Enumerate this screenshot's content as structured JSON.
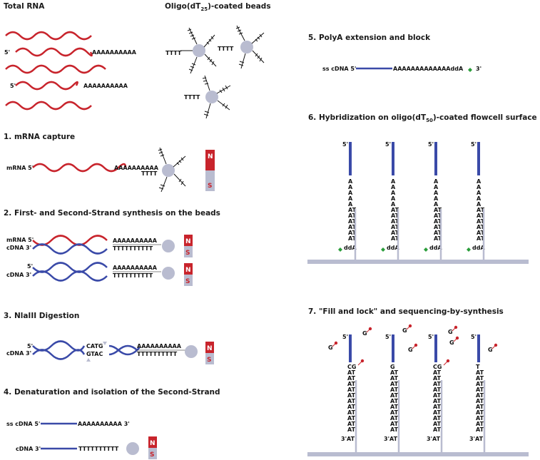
{
  "colors": {
    "rna": "#c8242c",
    "cdna": "#3a4aa8",
    "bead": "#b9bcd0",
    "magnet_n": "#c8242c",
    "magnet_s": "#b9bcd0",
    "block": "#2a9d3a",
    "g_nucleotide": "#c8242c"
  },
  "icons": [
    "wave-strand",
    "bead",
    "magnet",
    "ddA-block",
    "G-nucleotide"
  ],
  "top": {
    "total_rna": "Total RNA",
    "oligo_beads_a": "Oligo(dT",
    "oligo_beads_sub": "25",
    "oligo_beads_b": ")-coated beads",
    "five_prime": "5'",
    "polya": "AAAAAAAAAA",
    "tttt": "TTTT"
  },
  "s1": {
    "title": "1. mRNA capture",
    "mrna": "mRNA 5'",
    "polya": "AAAAAAAAAA",
    "tttt": "TTTT",
    "n": "N",
    "s": "S"
  },
  "s2": {
    "title": "2. First- and Second-Strand synthesis on the beads",
    "mrna": "mRNA 5'",
    "cdna": "cDNA  3'",
    "five": "5'",
    "cdna_b": "cDNA  3'",
    "polya": "AAAAAAAAAA",
    "polyt": "TTTTTTTTTT",
    "n": "N",
    "s": "S"
  },
  "s3": {
    "title": "3. NlaIII Digestion",
    "five": "5'",
    "cdna": "cDNA  3'",
    "catg": "CATG",
    "gtac": "GTAC",
    "polya": "AAAAAAAAAA",
    "polyt": "TTTTTTTTTT",
    "n": "N",
    "s": "S"
  },
  "s4": {
    "title": "4. Denaturation and isolation of the Second-Strand",
    "ss": "ss cDNA 5'",
    "polya3": "AAAAAAAAAA 3'",
    "cdna": "cDNA 3'",
    "polyt": "TTTTTTTTTT",
    "n": "N",
    "s": "S"
  },
  "s5": {
    "title": "5. PolyA extension and block",
    "ss": "ss cDNA 5'",
    "polya": "AAAAAAAAAAAAAddA",
    "three": "3'"
  },
  "s6": {
    "title_a": "6. Hybridization on oligo(dT",
    "title_sub": "50",
    "title_b": ")-coated flowcell surface",
    "five": "5'",
    "a": "A",
    "at": "AT",
    "dda": "ddA"
  },
  "s7": {
    "title": "7. \"Fill and lock\" and sequencing-by-synthesis",
    "five": "5'",
    "g": "G",
    "cg": "CG",
    "gl": "G",
    "t": "T",
    "at": "AT",
    "three_at": "3'AT"
  }
}
